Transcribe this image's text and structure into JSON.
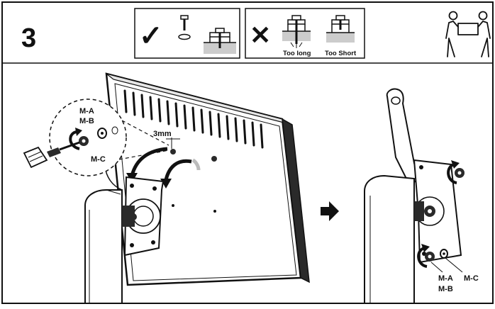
{
  "step": {
    "number": "3"
  },
  "screw_guide": {
    "ok_mark": "✓",
    "bad_mark": "✕",
    "too_long_label": "Too long",
    "too_short_label": "Too Short"
  },
  "left_scene": {
    "callout_parts": {
      "ma": "M-A",
      "mb": "M-B",
      "mc": "M-C"
    },
    "distance_label": "3mm"
  },
  "right_scene": {
    "parts": {
      "ma": "M-A",
      "mb": "M-B",
      "mc": "M-C"
    }
  },
  "icons": [
    "two-person-lift-icon",
    "screwdriver-icon",
    "rotate-arrow-icon",
    "next-arrow-icon",
    "screw-icon",
    "washer-icon"
  ],
  "colors": {
    "ink": "#111111",
    "paper": "#ffffff",
    "gray": "#bbbbbb",
    "dark": "#2a2a2a"
  }
}
